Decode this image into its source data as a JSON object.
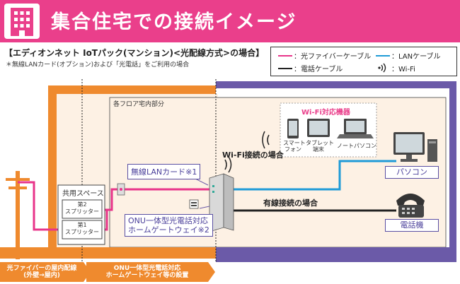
{
  "header": {
    "title": "集合住宅での接続イメージ",
    "subtitle": "【エディオンネット IoTパック(マンション)<光配線方式>の場合】",
    "note": "＊無線LANカード(オプション)および「光電話」をご利用の場合"
  },
  "legend": {
    "fiber": "：光ファイバーケーブル",
    "lan": "：LANケーブル",
    "phone": "：電話ケーブル",
    "wifi": "：Wi-Fi"
  },
  "diagram": {
    "floor_area": "各フロア宅内部分",
    "shared_space": "共用スペース",
    "splitter2": [
      "第2",
      "スプリッター"
    ],
    "splitter1": [
      "第1",
      "スプリッター"
    ],
    "wireless_card": "無線LANカード※1",
    "onu_label": [
      "ONU一体型光電話対応",
      "ホームゲートウェイ※2"
    ],
    "wifi_connection": "Wi-Fi接続の場合",
    "wired_connection": "有線接続の場合",
    "wifi_devices_title": "Wi-Fi対応機器",
    "smartphone": [
      "スマート",
      "フォン"
    ],
    "tablet": [
      "タブレット",
      "端末"
    ],
    "notebook": "ノートパソコン",
    "pc": "パソコン",
    "phone": "電話機"
  },
  "footer": {
    "left": [
      "光ファイバーの屋内配線",
      "(外壁→屋内)"
    ],
    "right": [
      "ONU一体型光電話対応",
      "ホームゲートウェイ等の設置"
    ]
  },
  "colors": {
    "banner": "#ea3f8b",
    "fiber": "#e8348a",
    "lan": "#1f9bd7",
    "phone": "#222222",
    "orange": "#ef8a2e",
    "purple": "#6b5aa8",
    "floor": "#fdf1e4"
  }
}
